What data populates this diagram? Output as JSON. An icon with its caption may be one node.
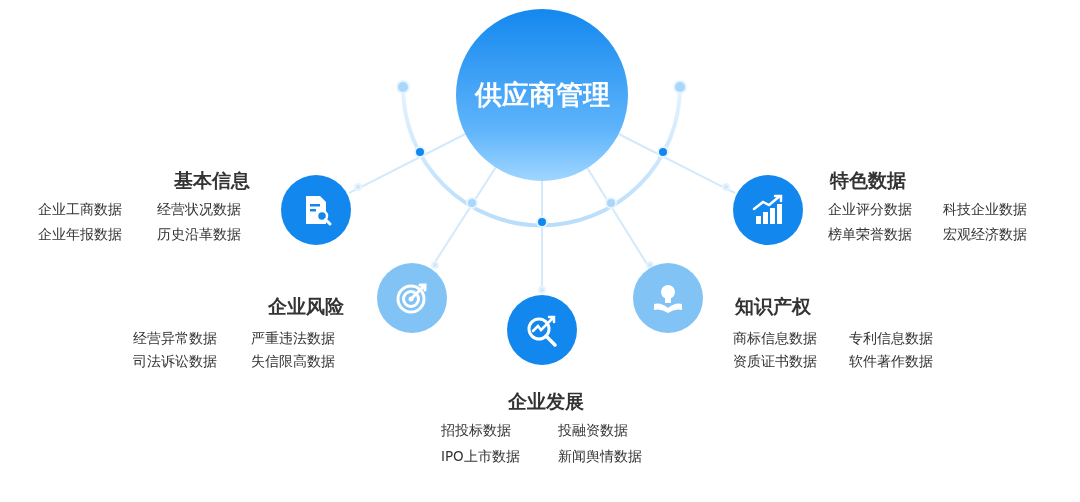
{
  "diagram": {
    "nodes": [
      {
        "text": [
          "供应商管理"
        ]
      },
      {
        "text": [],
        "shape": "circle",
        "beside": [
          "基本信息",
          "企业工商数据",
          "经营状况数据",
          "企业年报数据",
          "历史沿革数据"
        ]
      },
      {
        "text": [],
        "shape": "circle",
        "beside": [
          "企业风险",
          "经营异常数据",
          "严重违法数据",
          "司法诉讼数据",
          "失信限高数据"
        ]
      },
      {
        "text": [],
        "shape": "circle",
        "beside": [
          "企业发展",
          "招投标数据",
          "投融资数据",
          "IPO上市数据",
          "新闻舆情数据"
        ]
      },
      {
        "text": [],
        "shape": "circle",
        "beside": [
          "知识产权",
          "商标信息数据",
          "专利信息数据",
          "资质证书数据",
          "软件著作数据"
        ]
      },
      {
        "text": [],
        "shape": "circle",
        "beside": [
          "特色数据",
          "企业评分数据",
          "科技企业数据",
          "榜单荣誉数据",
          "宏观经济数据"
        ]
      }
    ],
    "edges": [
      {
        "from": 0,
        "to": 1,
        "arrow": "none"
      },
      {
        "from": 0,
        "to": 2,
        "arrow": "none"
      },
      {
        "from": 0,
        "to": 3,
        "arrow": "none"
      },
      {
        "from": 0,
        "to": 4,
        "arrow": "none"
      },
      {
        "from": 0,
        "to": 5,
        "arrow": "none"
      }
    ]
  }
}
